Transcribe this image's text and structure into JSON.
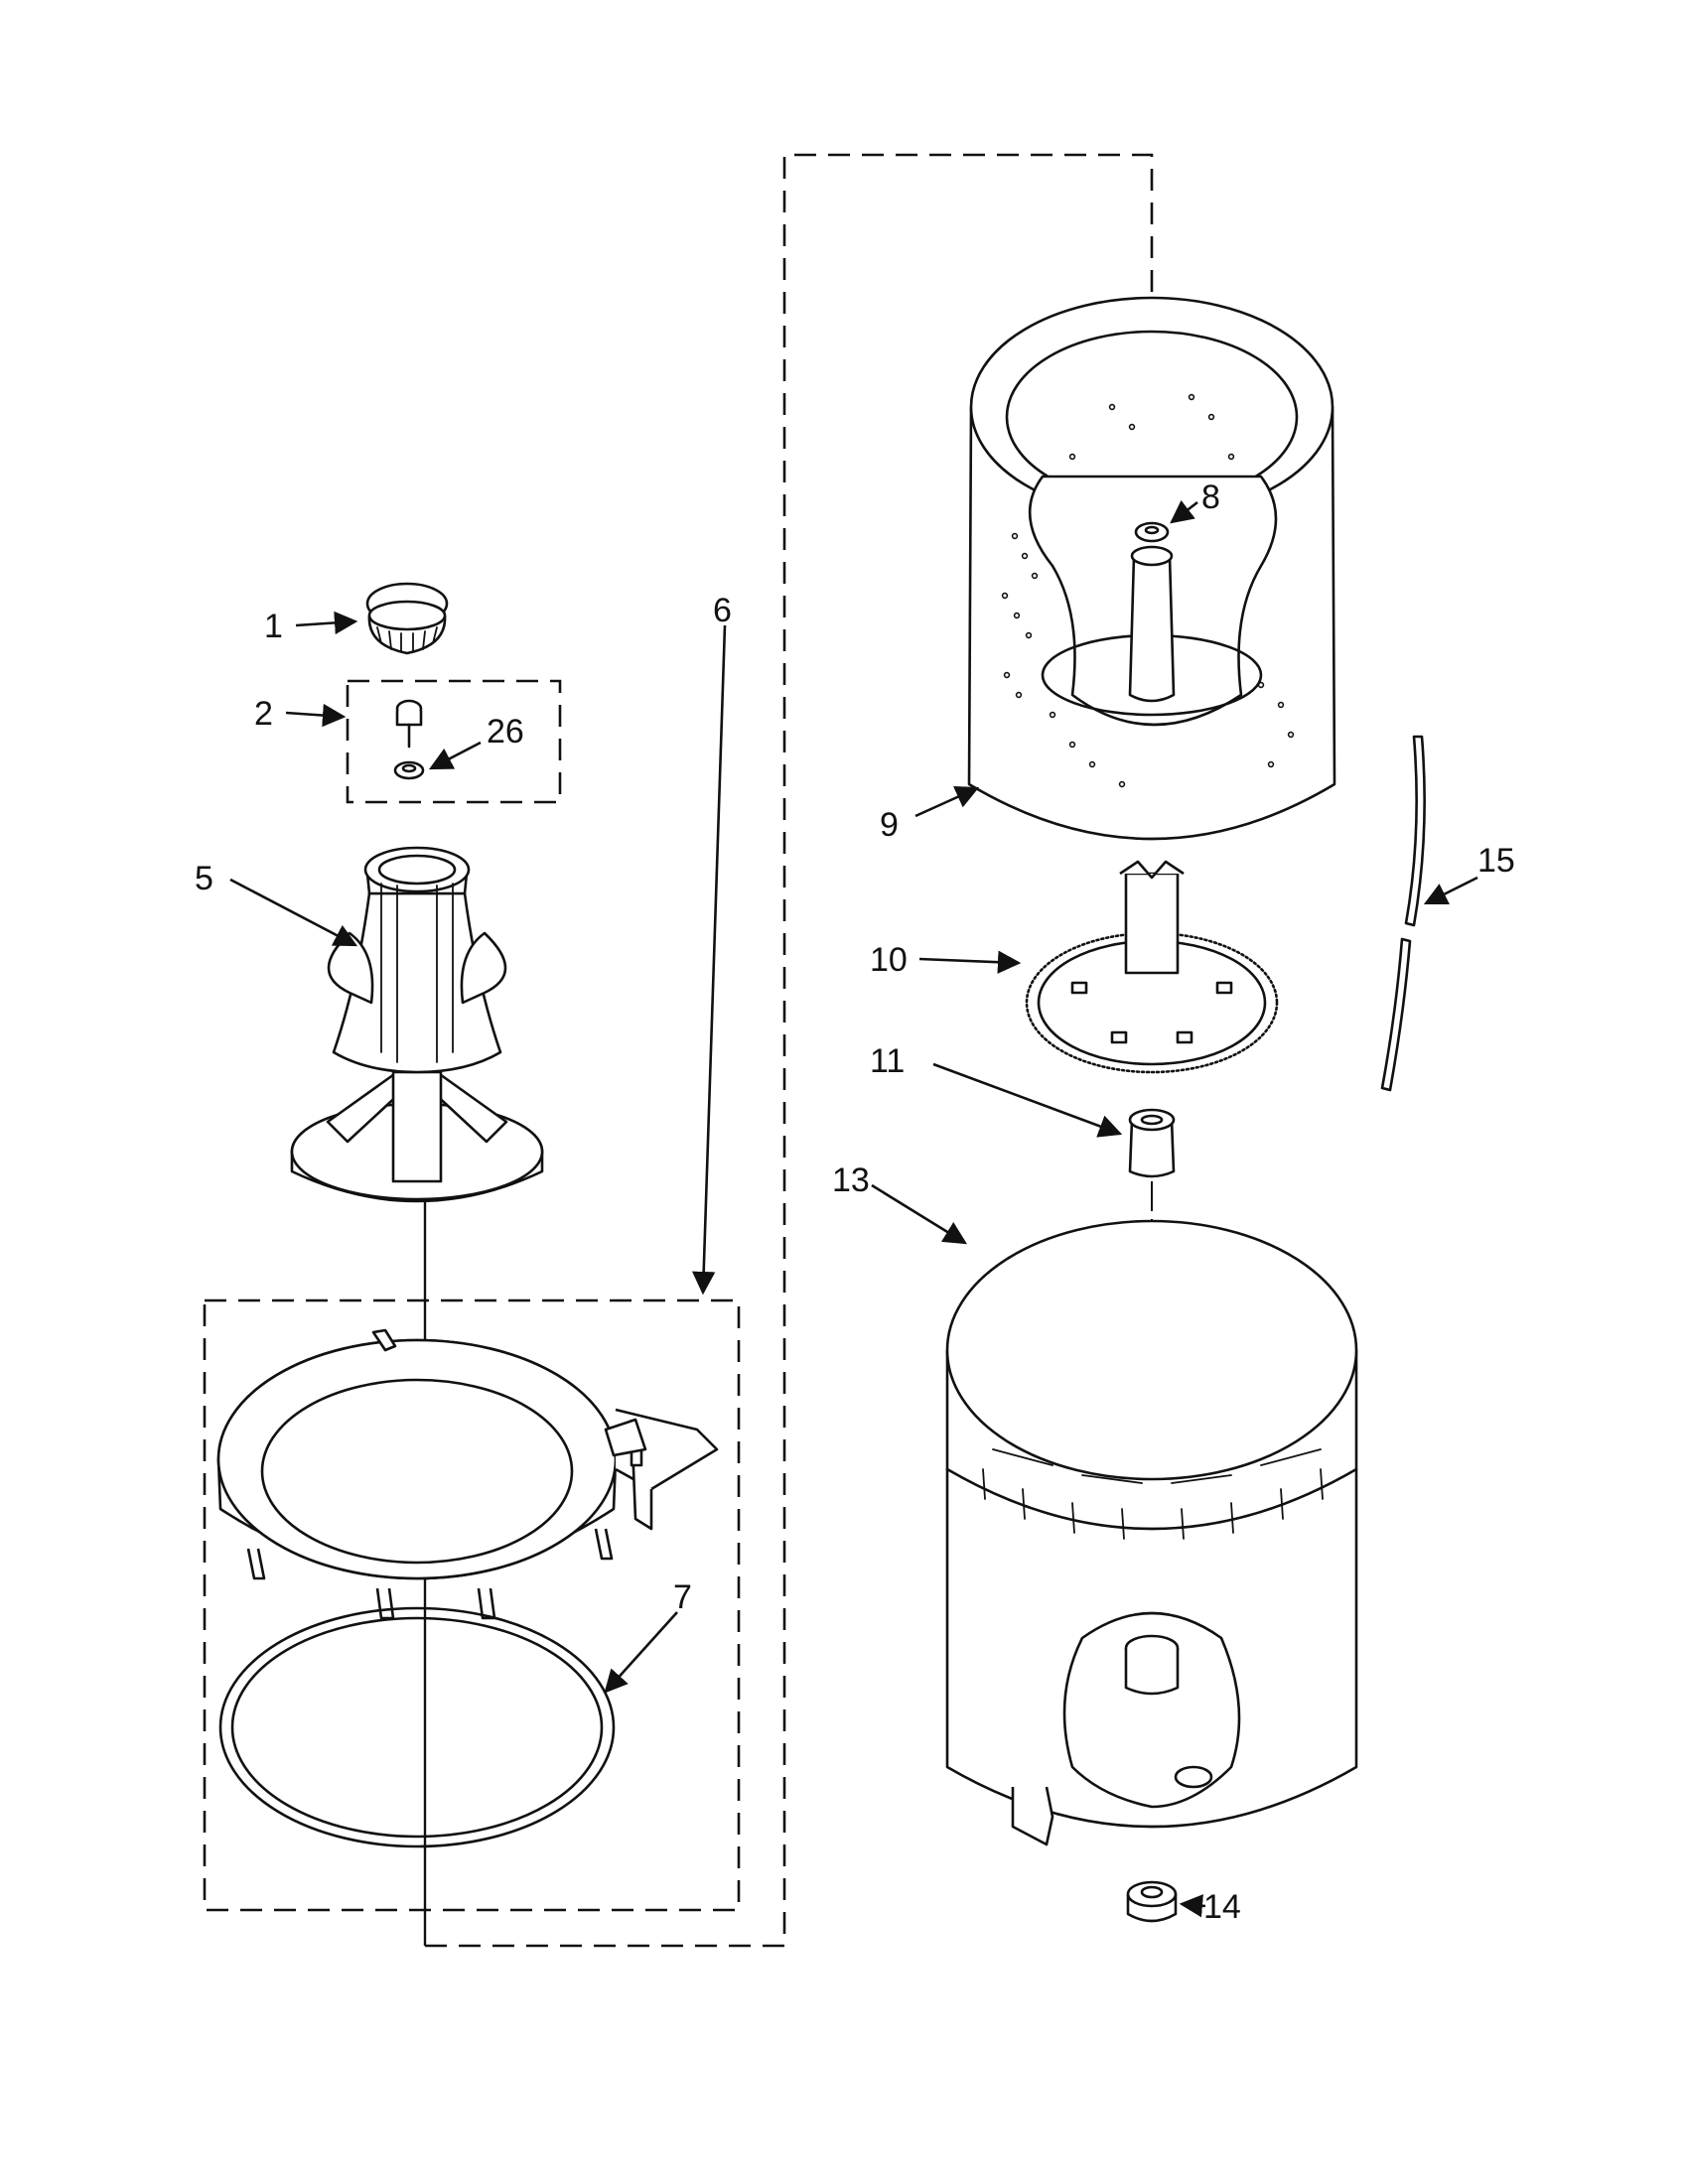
{
  "callouts": [
    {
      "id": "c1",
      "text": "1"
    },
    {
      "id": "c2",
      "text": "2"
    },
    {
      "id": "c26",
      "text": "26"
    },
    {
      "id": "c5",
      "text": "5"
    },
    {
      "id": "c6",
      "text": "6"
    },
    {
      "id": "c7",
      "text": "7"
    },
    {
      "id": "c8",
      "text": "8"
    },
    {
      "id": "c9",
      "text": "9"
    },
    {
      "id": "c10",
      "text": "10"
    },
    {
      "id": "c11",
      "text": "11"
    },
    {
      "id": "c13",
      "text": "13"
    },
    {
      "id": "c14",
      "text": "14"
    },
    {
      "id": "c15",
      "text": "15"
    }
  ],
  "colors": {
    "ink": "#111111",
    "paper": "#ffffff"
  }
}
